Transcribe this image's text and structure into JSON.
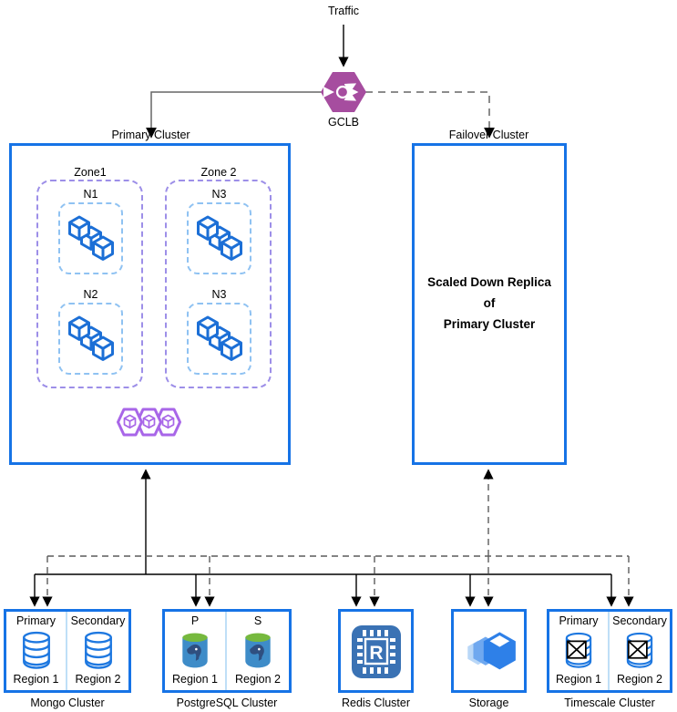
{
  "diagram": {
    "traffic_label": "Traffic",
    "gclb_label": "GCLB"
  },
  "primary": {
    "label": "Primary Cluster",
    "zones": [
      {
        "label": "Zone1",
        "nodes": [
          "N1",
          "N2"
        ]
      },
      {
        "label": "Zone 2",
        "nodes": [
          "N3",
          "N3"
        ]
      }
    ]
  },
  "failover": {
    "label": "Failover Cluster",
    "body": [
      "Scaled Down Replica",
      "of",
      "Primary Cluster"
    ]
  },
  "databases": {
    "mongo": {
      "title": "Mongo Cluster",
      "left_role": "Primary",
      "right_role": "Secondary",
      "left_region": "Region 1",
      "right_region": "Region 2"
    },
    "postgres": {
      "title": "PostgreSQL Cluster",
      "left_role": "P",
      "right_role": "S",
      "left_region": "Region 1",
      "right_region": "Region 2"
    },
    "redis": {
      "title": "Redis Cluster",
      "chip_letter": "R"
    },
    "storage": {
      "title": "Storage"
    },
    "timescale": {
      "title": "Timescale Cluster",
      "left_role": "Primary",
      "right_role": "Secondary",
      "left_region": "Region 1",
      "right_region": "Region 2"
    }
  },
  "icons": {
    "gclb": "load-balancer-icon",
    "node_pods": "container-cubes-icon",
    "primary_workloads": "gke-workloads-hexagons-icon",
    "mongo": "database-cylinder-icon",
    "postgres": "postgresql-elephant-icon",
    "redis": "memorystore-chip-icon",
    "storage": "cloud-storage-boxes-icon",
    "timescale": "crossed-database-icon"
  },
  "colors": {
    "cluster_border": "#1673E6",
    "zone_dash": "#9D8FE8",
    "node_dash": "#8FC2F2",
    "gclb_fill": "#A64D9F",
    "workload_purple": "#A866E8",
    "icon_blue": "#1C6FD6",
    "postgres_green": "#76B93E",
    "postgres_body": "#3E8CC8",
    "redis_fill": "#3A72B4",
    "storage_fill": "#2E80E8",
    "divider_blue": "#BFDFF7",
    "connector_gray": "#666666",
    "connector_black": "#000000"
  }
}
